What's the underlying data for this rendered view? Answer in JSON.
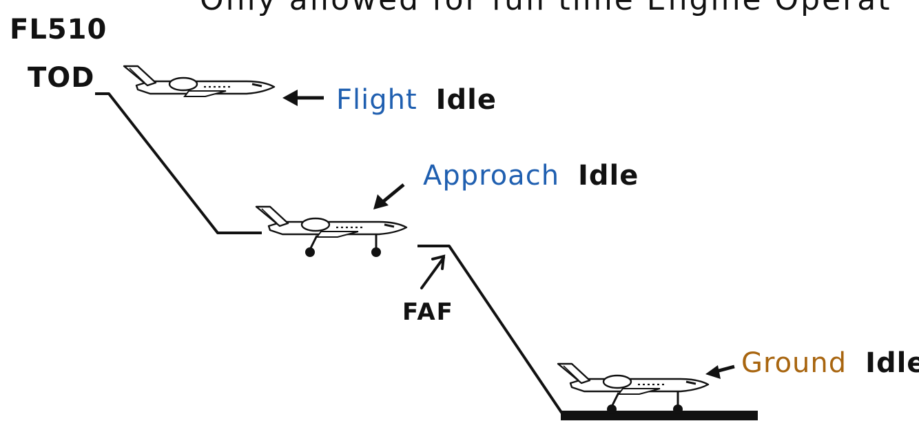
{
  "heading": "Only allowed for full time Engine Operat",
  "altitude_label": "FL510",
  "tod_label": "TOD",
  "faf_label": "FAF",
  "phases": [
    {
      "name": "Flight",
      "suffix": "Idle"
    },
    {
      "name": "Approach",
      "suffix": "Idle"
    },
    {
      "name": "Ground",
      "suffix": "Idle"
    }
  ],
  "colors": {
    "flight": "#1f5fb0",
    "approach": "#1f5fb0",
    "ground": "#a8650f",
    "ink": "#111111"
  },
  "icons": [
    "aircraft-icon",
    "arrow-icon"
  ]
}
